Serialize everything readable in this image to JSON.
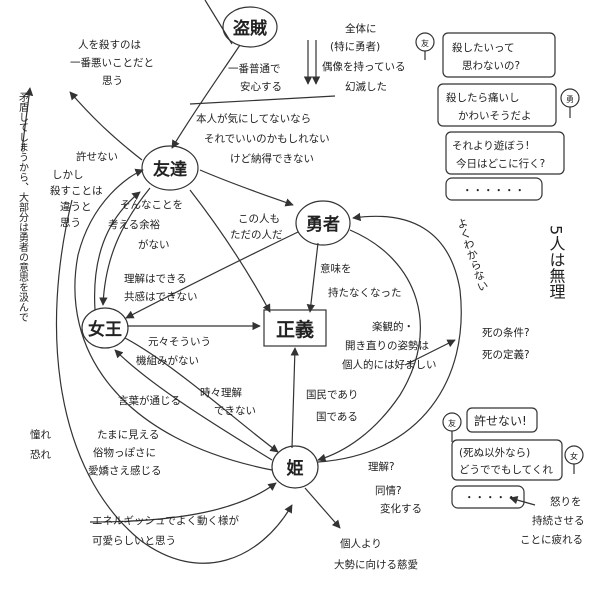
{
  "nodes": {
    "touzoku": "盗賊",
    "yuujou": "友達",
    "yuusha": "勇者",
    "joou": "女王",
    "seigi": "正義",
    "hime": "姫"
  },
  "labels": {
    "ningen_1": "人を殺すのは",
    "ningen_2": "一番悪いことだと",
    "ningen_3": "思う",
    "ichiban_1": "一番普通で",
    "ichiban_2": "安心する",
    "zentai_1": "全体に",
    "zentai_2": "(特に勇者)",
    "zentai_3": "偶像を持っている",
    "zentai_4": "幻滅した",
    "honnin_1": "本人が気にしてないなら",
    "honnin_2": "それでいいのかもしれない",
    "honnin_3": "けど納得できない",
    "yurusenai": "許せない",
    "shikashi_1": "しかし",
    "shikashi_2": "殺すことは",
    "shikashi_3": "違うと",
    "shikashi_4": "思う",
    "sonna_1": "そんなことを",
    "sonna_2": "考える余裕",
    "sonna_3": "がない",
    "konohito_1": "この人も",
    "konohito_2": "ただの人だ",
    "imi_1": "意味を",
    "imi_2": "持たなくなった",
    "rikai_1": "理解はできる",
    "rikai_2": "共感はできない",
    "genki_1": "元々そういう",
    "genki_2": "機組みがない",
    "rakkan_1": "楽観的・",
    "rakkan_2": "開き直りの姿勢は",
    "rakkan_3": "個人的には好ましい",
    "kotoba": "言葉が通じる",
    "jiji_1": "時々理解",
    "jiji_2": "できない",
    "tamani_1": "たまに見える",
    "tamani_2": "俗物っぽさに",
    "tamani_3": "愛嬌さえ感じる",
    "kokumin_1": "国民であり",
    "kokumin_2": "国である",
    "energy_1": "エネルギッシュでよく動く様が",
    "energy_2": "可愛らしいと思う",
    "kojin_1": "個人より",
    "kojin_2": "大勢に向ける慈愛",
    "rikai_q": "理解?",
    "doujou_1": "同情?",
    "doujou_2": "変化する",
    "ikari_1": "怒りを",
    "ikari_2": "持続させる",
    "ikari_3": "ことに疲れる",
    "shi_1": "死の条件?",
    "shi_2": "死の定義?",
    "yoku_wakaranai": "よくわからない",
    "gonin": "5人は無理",
    "akogare": "憧れ",
    "osore": "恐れ",
    "mujun": "矛盾してしまうから、大部分は勇者の意思を汲んで"
  },
  "bubbles": {
    "b1_1": "殺したいって",
    "b1_2": "思わないの?",
    "b2_1": "殺したら痛いし",
    "b2_2": "かわいそうだよ",
    "b3_1": "それより遊ぼう!",
    "b3_2": "今日はどこに行く?",
    "b4": "・・・・・・",
    "b5": "許せない!",
    "b6_1": "(死ぬ以外なら)",
    "b6_2": "どうででもしてくれ",
    "b7": "・・・・・"
  },
  "avatars": {
    "tomo": "友",
    "yuu": "勇",
    "jo": "女"
  }
}
